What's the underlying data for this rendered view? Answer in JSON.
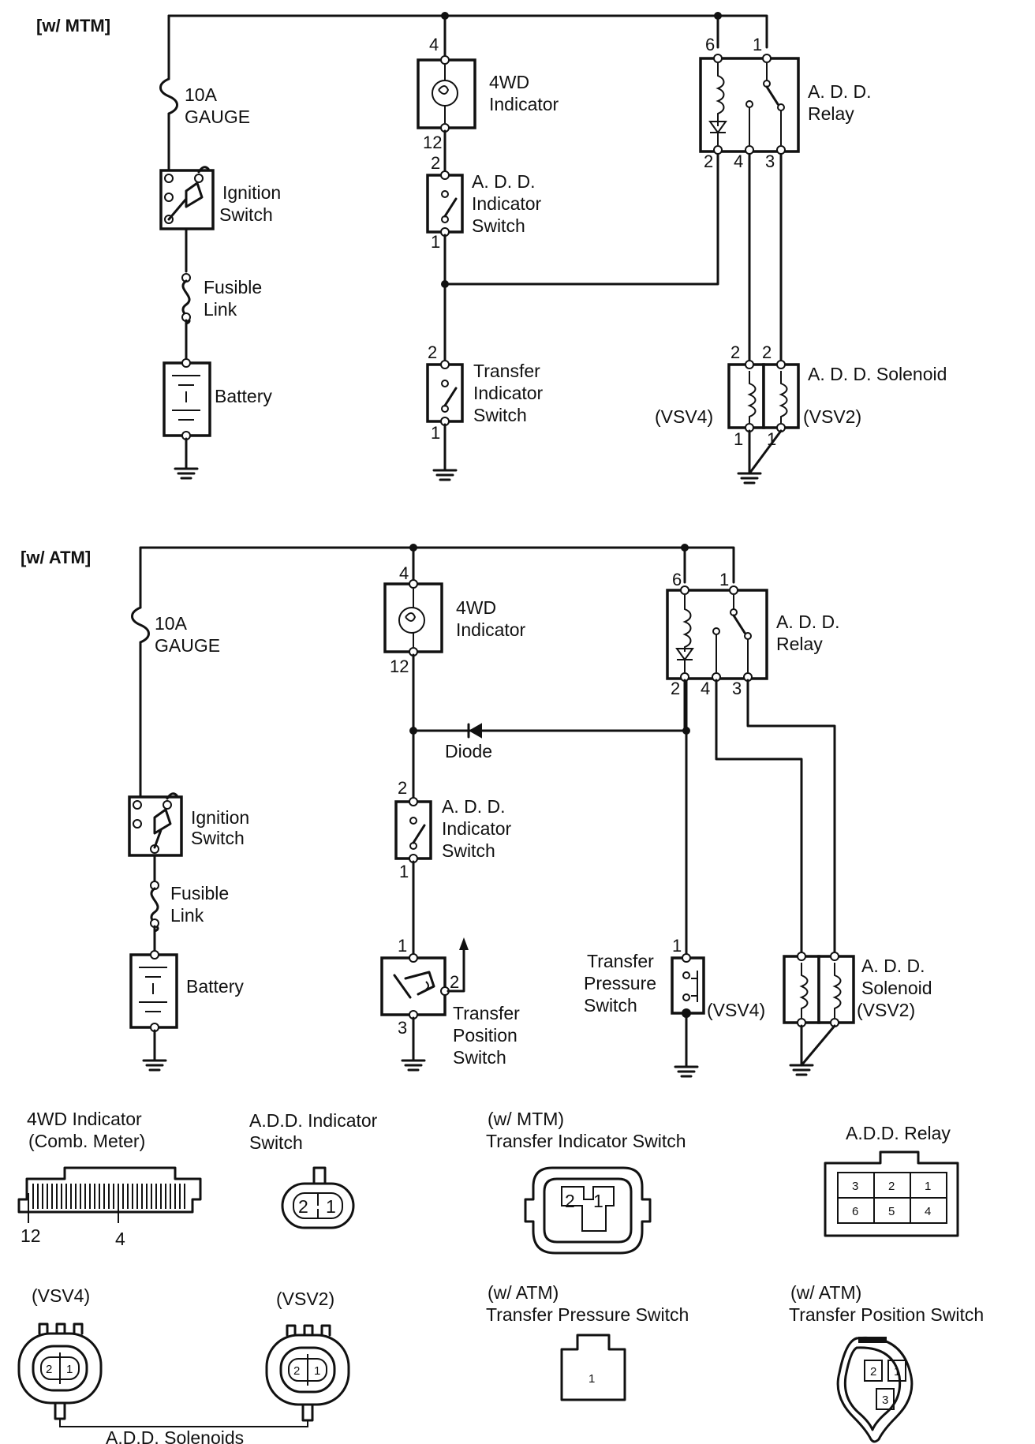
{
  "mtm": {
    "header": "[w/ MTM]",
    "fuse": [
      "10A",
      "GAUGE"
    ],
    "ignition": [
      "Ignition",
      "Switch"
    ],
    "fusible": [
      "Fusible",
      "Link"
    ],
    "battery": "Battery",
    "indicator": [
      "4WD",
      "Indicator"
    ],
    "add_ind_switch": [
      "A. D. D.",
      "Indicator",
      "Switch"
    ],
    "transfer_switch": [
      "Transfer",
      "Indicator",
      "Switch"
    ],
    "relay": [
      "A. D. D.",
      "Relay"
    ],
    "solenoid": "A. D. D. Solenoid",
    "vsv4": "(VSV4)",
    "vsv2": "(VSV2)",
    "pins": {
      "ind_top": "4",
      "ind_bot": "12",
      "sw_top": "2",
      "sw_bot": "1",
      "ts_top": "2",
      "ts_bot": "1",
      "r6": "6",
      "r1": "1",
      "r2": "2",
      "r4": "4",
      "r3": "3",
      "s4_top": "2",
      "s2_top": "2",
      "s4_bot": "1",
      "s2_bot": "1"
    }
  },
  "atm": {
    "header": "[w/ ATM]",
    "fuse": [
      "10A",
      "GAUGE"
    ],
    "ignition": [
      "Ignition",
      "Switch"
    ],
    "fusible": [
      "Fusible",
      "Link"
    ],
    "battery": "Battery",
    "indicator": [
      "4WD",
      "Indicator"
    ],
    "diode": "Diode",
    "add_ind_switch": [
      "A. D. D.",
      "Indicator",
      "Switch"
    ],
    "transfer_position": [
      "Transfer",
      "Position",
      "Switch"
    ],
    "transfer_pressure": [
      "Transfer",
      "Pressure",
      "Switch"
    ],
    "relay": [
      "A. D. D.",
      "Relay"
    ],
    "solenoid": [
      "A. D. D.",
      "Solenoid"
    ],
    "vsv4": "(VSV4)",
    "vsv2": "(VSV2)",
    "pins": {
      "ind_top": "4",
      "ind_bot": "12",
      "sw_top": "2",
      "sw_bot": "1",
      "tp_1": "1",
      "tp_2": "2",
      "tp_3": "3",
      "pr_1": "1",
      "r6": "6",
      "r1": "1",
      "r2": "2",
      "r4": "4",
      "r3": "3"
    }
  },
  "connectors": {
    "ind_meter": {
      "title": [
        "4WD Indicator",
        "(Comb. Meter)"
      ],
      "pins": [
        "12",
        "4"
      ]
    },
    "add_switch": {
      "title": [
        "A.D.D. Indicator",
        "Switch"
      ],
      "pins": [
        "2",
        "1"
      ]
    },
    "transfer_ind": {
      "title": [
        "(w/ MTM)",
        "Transfer Indicator Switch"
      ],
      "pins": [
        "2",
        "1"
      ]
    },
    "relay": {
      "title": "A.D.D. Relay",
      "pins": [
        "3",
        "2",
        "1",
        "6",
        "5",
        "4"
      ]
    },
    "vsv4": {
      "title": "(VSV4)",
      "pins": [
        "2",
        "1"
      ]
    },
    "vsv2": {
      "title": "(VSV2)",
      "pins": [
        "2",
        "1"
      ]
    },
    "solenoids": "A.D.D. Solenoids",
    "pressure": {
      "title": [
        "(w/ ATM)",
        "Transfer Pressure Switch"
      ],
      "pins": [
        "1"
      ]
    },
    "position": {
      "title": [
        "(w/ ATM)",
        "Transfer Position Switch"
      ],
      "pins": [
        "2",
        "1",
        "3"
      ]
    }
  }
}
